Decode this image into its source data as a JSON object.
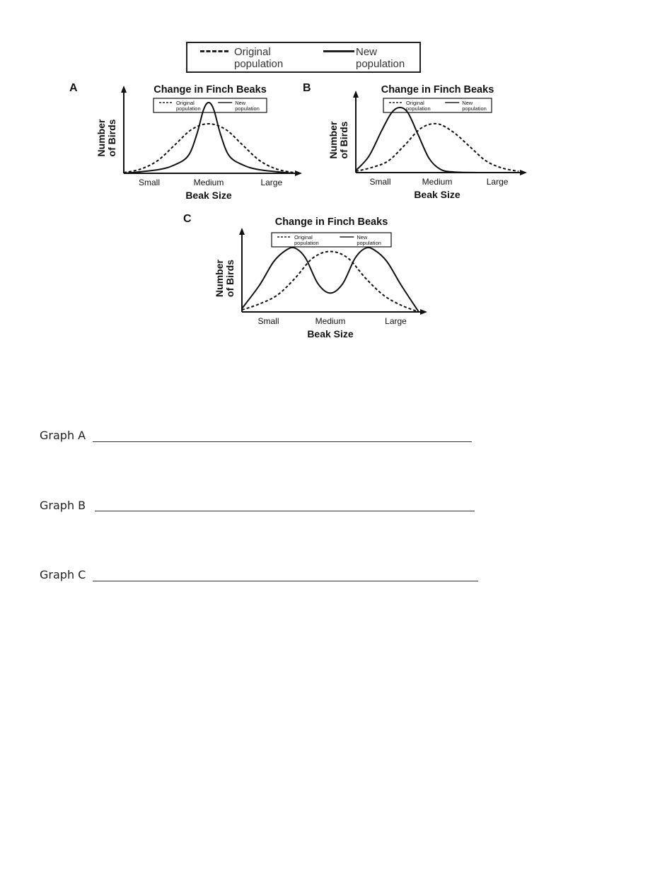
{
  "top_legend": {
    "original": "Original\npopulation",
    "new": "New\npopulation"
  },
  "chart_data": [
    {
      "panel": "A",
      "type": "line",
      "title": "Change in Finch Beaks",
      "xlabel": "Beak Size",
      "ylabel_lines": [
        "Number",
        "of Birds"
      ],
      "x_ticks": [
        "Small",
        "Medium",
        "Large"
      ],
      "legend": {
        "original": "Original\npopulation",
        "new": "New\npopulation"
      },
      "x_range": [
        0,
        10
      ],
      "y_range": [
        0,
        1
      ],
      "series": [
        {
          "name": "Original population",
          "style": "dashed",
          "x": [
            0,
            1,
            2,
            3,
            4,
            5,
            6,
            7,
            8,
            9,
            10
          ],
          "values": [
            0.01,
            0.06,
            0.18,
            0.4,
            0.62,
            0.7,
            0.62,
            0.4,
            0.18,
            0.06,
            0.01
          ]
        },
        {
          "name": "New population",
          "style": "solid",
          "x": [
            0,
            2,
            3,
            3.8,
            4.3,
            4.7,
            5,
            5.3,
            5.7,
            6.2,
            7,
            8,
            10
          ],
          "values": [
            0.0,
            0.05,
            0.12,
            0.25,
            0.55,
            0.9,
            1.0,
            0.9,
            0.55,
            0.25,
            0.12,
            0.05,
            0.0
          ]
        }
      ]
    },
    {
      "panel": "B",
      "type": "line",
      "title": "Change in Finch Beaks",
      "xlabel": "Beak Size",
      "ylabel_lines": [
        "Number",
        "of Birds"
      ],
      "x_ticks": [
        "Small",
        "Medium",
        "Large"
      ],
      "legend": {
        "original": "Original\npopulation",
        "new": "New\npopulation"
      },
      "x_range": [
        0,
        10
      ],
      "y_range": [
        0,
        1
      ],
      "series": [
        {
          "name": "Original population",
          "style": "dashed",
          "x": [
            0,
            1,
            2,
            3,
            4,
            5,
            6,
            7,
            8,
            9,
            10
          ],
          "values": [
            0.02,
            0.08,
            0.18,
            0.42,
            0.68,
            0.75,
            0.62,
            0.4,
            0.18,
            0.07,
            0.02
          ]
        },
        {
          "name": "New population",
          "style": "solid",
          "x": [
            0,
            0.8,
            1.6,
            2.2,
            2.7,
            3.2,
            3.8,
            4.5,
            5.2,
            6,
            7.5
          ],
          "values": [
            0.03,
            0.25,
            0.65,
            0.92,
            1.0,
            0.92,
            0.6,
            0.22,
            0.05,
            0.01,
            0.0
          ]
        }
      ]
    },
    {
      "panel": "C",
      "type": "line",
      "title": "Change in Finch Beaks",
      "xlabel": "Beak Size",
      "ylabel_lines": [
        "Number",
        "of Birds"
      ],
      "x_ticks": [
        "Small",
        "Medium",
        "Large"
      ],
      "legend": {
        "original": "Original\npopulation",
        "new": "New\npopulation"
      },
      "x_range": [
        0,
        10
      ],
      "y_range": [
        0,
        1
      ],
      "series": [
        {
          "name": "Original population",
          "style": "dashed",
          "x": [
            0,
            1,
            2,
            3,
            4,
            5,
            6,
            7,
            8,
            9,
            10
          ],
          "values": [
            0.03,
            0.12,
            0.25,
            0.5,
            0.8,
            0.9,
            0.8,
            0.5,
            0.25,
            0.1,
            0.0
          ]
        },
        {
          "name": "New population",
          "style": "solid",
          "x": [
            0,
            1,
            1.8,
            2.5,
            3,
            3.6,
            4.3,
            5,
            5.7,
            6.4,
            7,
            7.5,
            8.2,
            9,
            10
          ],
          "values": [
            0.05,
            0.4,
            0.75,
            0.92,
            0.95,
            0.8,
            0.42,
            0.28,
            0.42,
            0.8,
            0.95,
            0.92,
            0.75,
            0.4,
            0.0
          ]
        }
      ]
    }
  ],
  "questions": [
    {
      "label": "Graph A"
    },
    {
      "label": "Graph B"
    },
    {
      "label": "Graph C"
    }
  ]
}
